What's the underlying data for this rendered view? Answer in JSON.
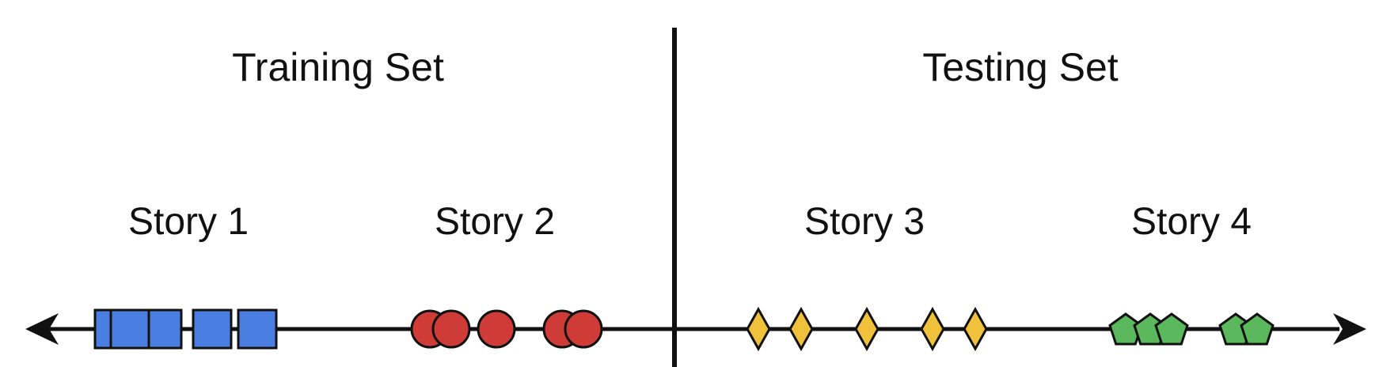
{
  "sets": [
    {
      "title": "Training Set"
    },
    {
      "title": "Testing Set"
    }
  ],
  "stories": [
    {
      "label": "Story 1",
      "shape": "square",
      "color": "#4a7ee0",
      "count": 6
    },
    {
      "label": "Story 2",
      "shape": "circle",
      "color": "#cf3c37",
      "count": 5
    },
    {
      "label": "Story 3",
      "shape": "diamond",
      "color": "#f0c23c",
      "count": 5
    },
    {
      "label": "Story 4",
      "shape": "pentagon",
      "color": "#5cb85c",
      "count": 5
    }
  ],
  "colors": {
    "line": "#111111",
    "outline": "#111111",
    "background": "#ffffff"
  },
  "icons": {
    "left_end": "arrow-left-icon",
    "right_end": "arrow-right-icon"
  }
}
